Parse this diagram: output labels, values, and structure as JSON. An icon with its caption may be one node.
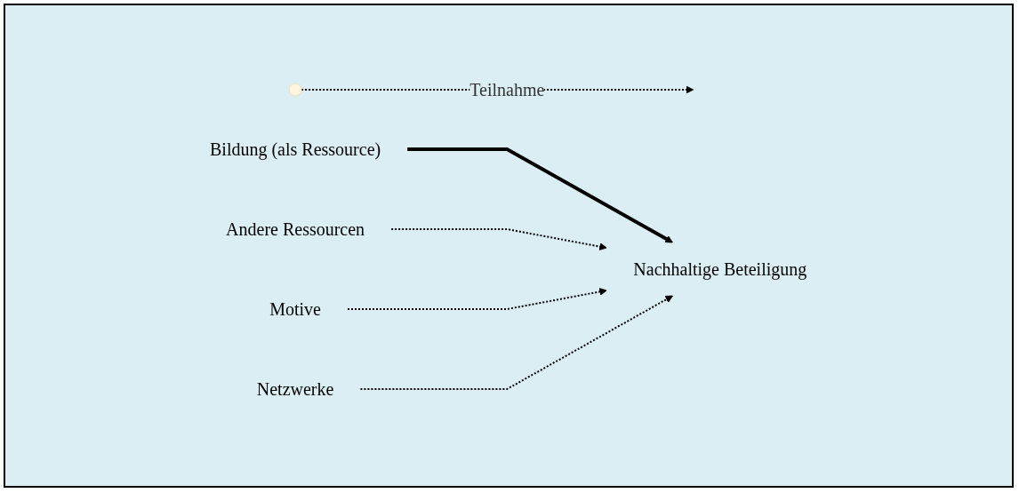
{
  "diagram": {
    "nodes": [
      {
        "text": [],
        "shape": "circle"
      },
      {
        "text": [
          "Bildung (als Ressource)"
        ]
      },
      {
        "text": [
          "Nachhaltige Beteiligung"
        ]
      },
      {
        "text": [
          "Andere Ressourcen"
        ]
      },
      {
        "text": [
          "Motive"
        ]
      },
      {
        "text": [
          "Netzwerke"
        ]
      }
    ],
    "edges": [
      {
        "from": 0,
        "to": null,
        "arrow": "to",
        "label": "Teilnahme",
        "style": "dashed"
      },
      {
        "from": 1,
        "to": 2,
        "arrow": "to",
        "style": "thick"
      },
      {
        "from": 3,
        "to": 2,
        "arrow": "to",
        "style": "dashed"
      },
      {
        "from": 4,
        "to": 2,
        "arrow": "to",
        "style": "dashed"
      },
      {
        "from": 5,
        "to": 2,
        "arrow": "to",
        "style": "dashed"
      }
    ]
  }
}
